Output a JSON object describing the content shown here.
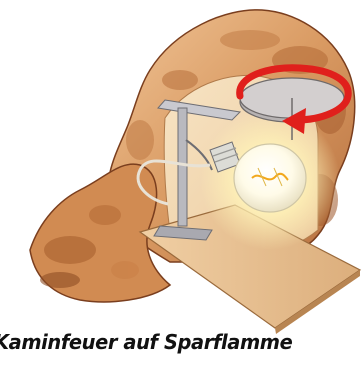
{
  "caption": {
    "text": "Kaminfeuer auf Sparflamme"
  },
  "colors": {
    "background": "#ffffff",
    "rock_light": "#e8b98a",
    "rock_mid": "#c98a57",
    "rock_dark": "#8e4f2c",
    "panel": "#f3dbb7",
    "base_board": "#e7c194",
    "arrow": "#e0201c",
    "bulb_glow": "#fff6c0",
    "metal": "#b9b9bf"
  },
  "icons": {
    "bulb": "light-bulb",
    "rotation_arrow": "circular-arrow-icon",
    "stand": "metal-lamp-stand"
  }
}
